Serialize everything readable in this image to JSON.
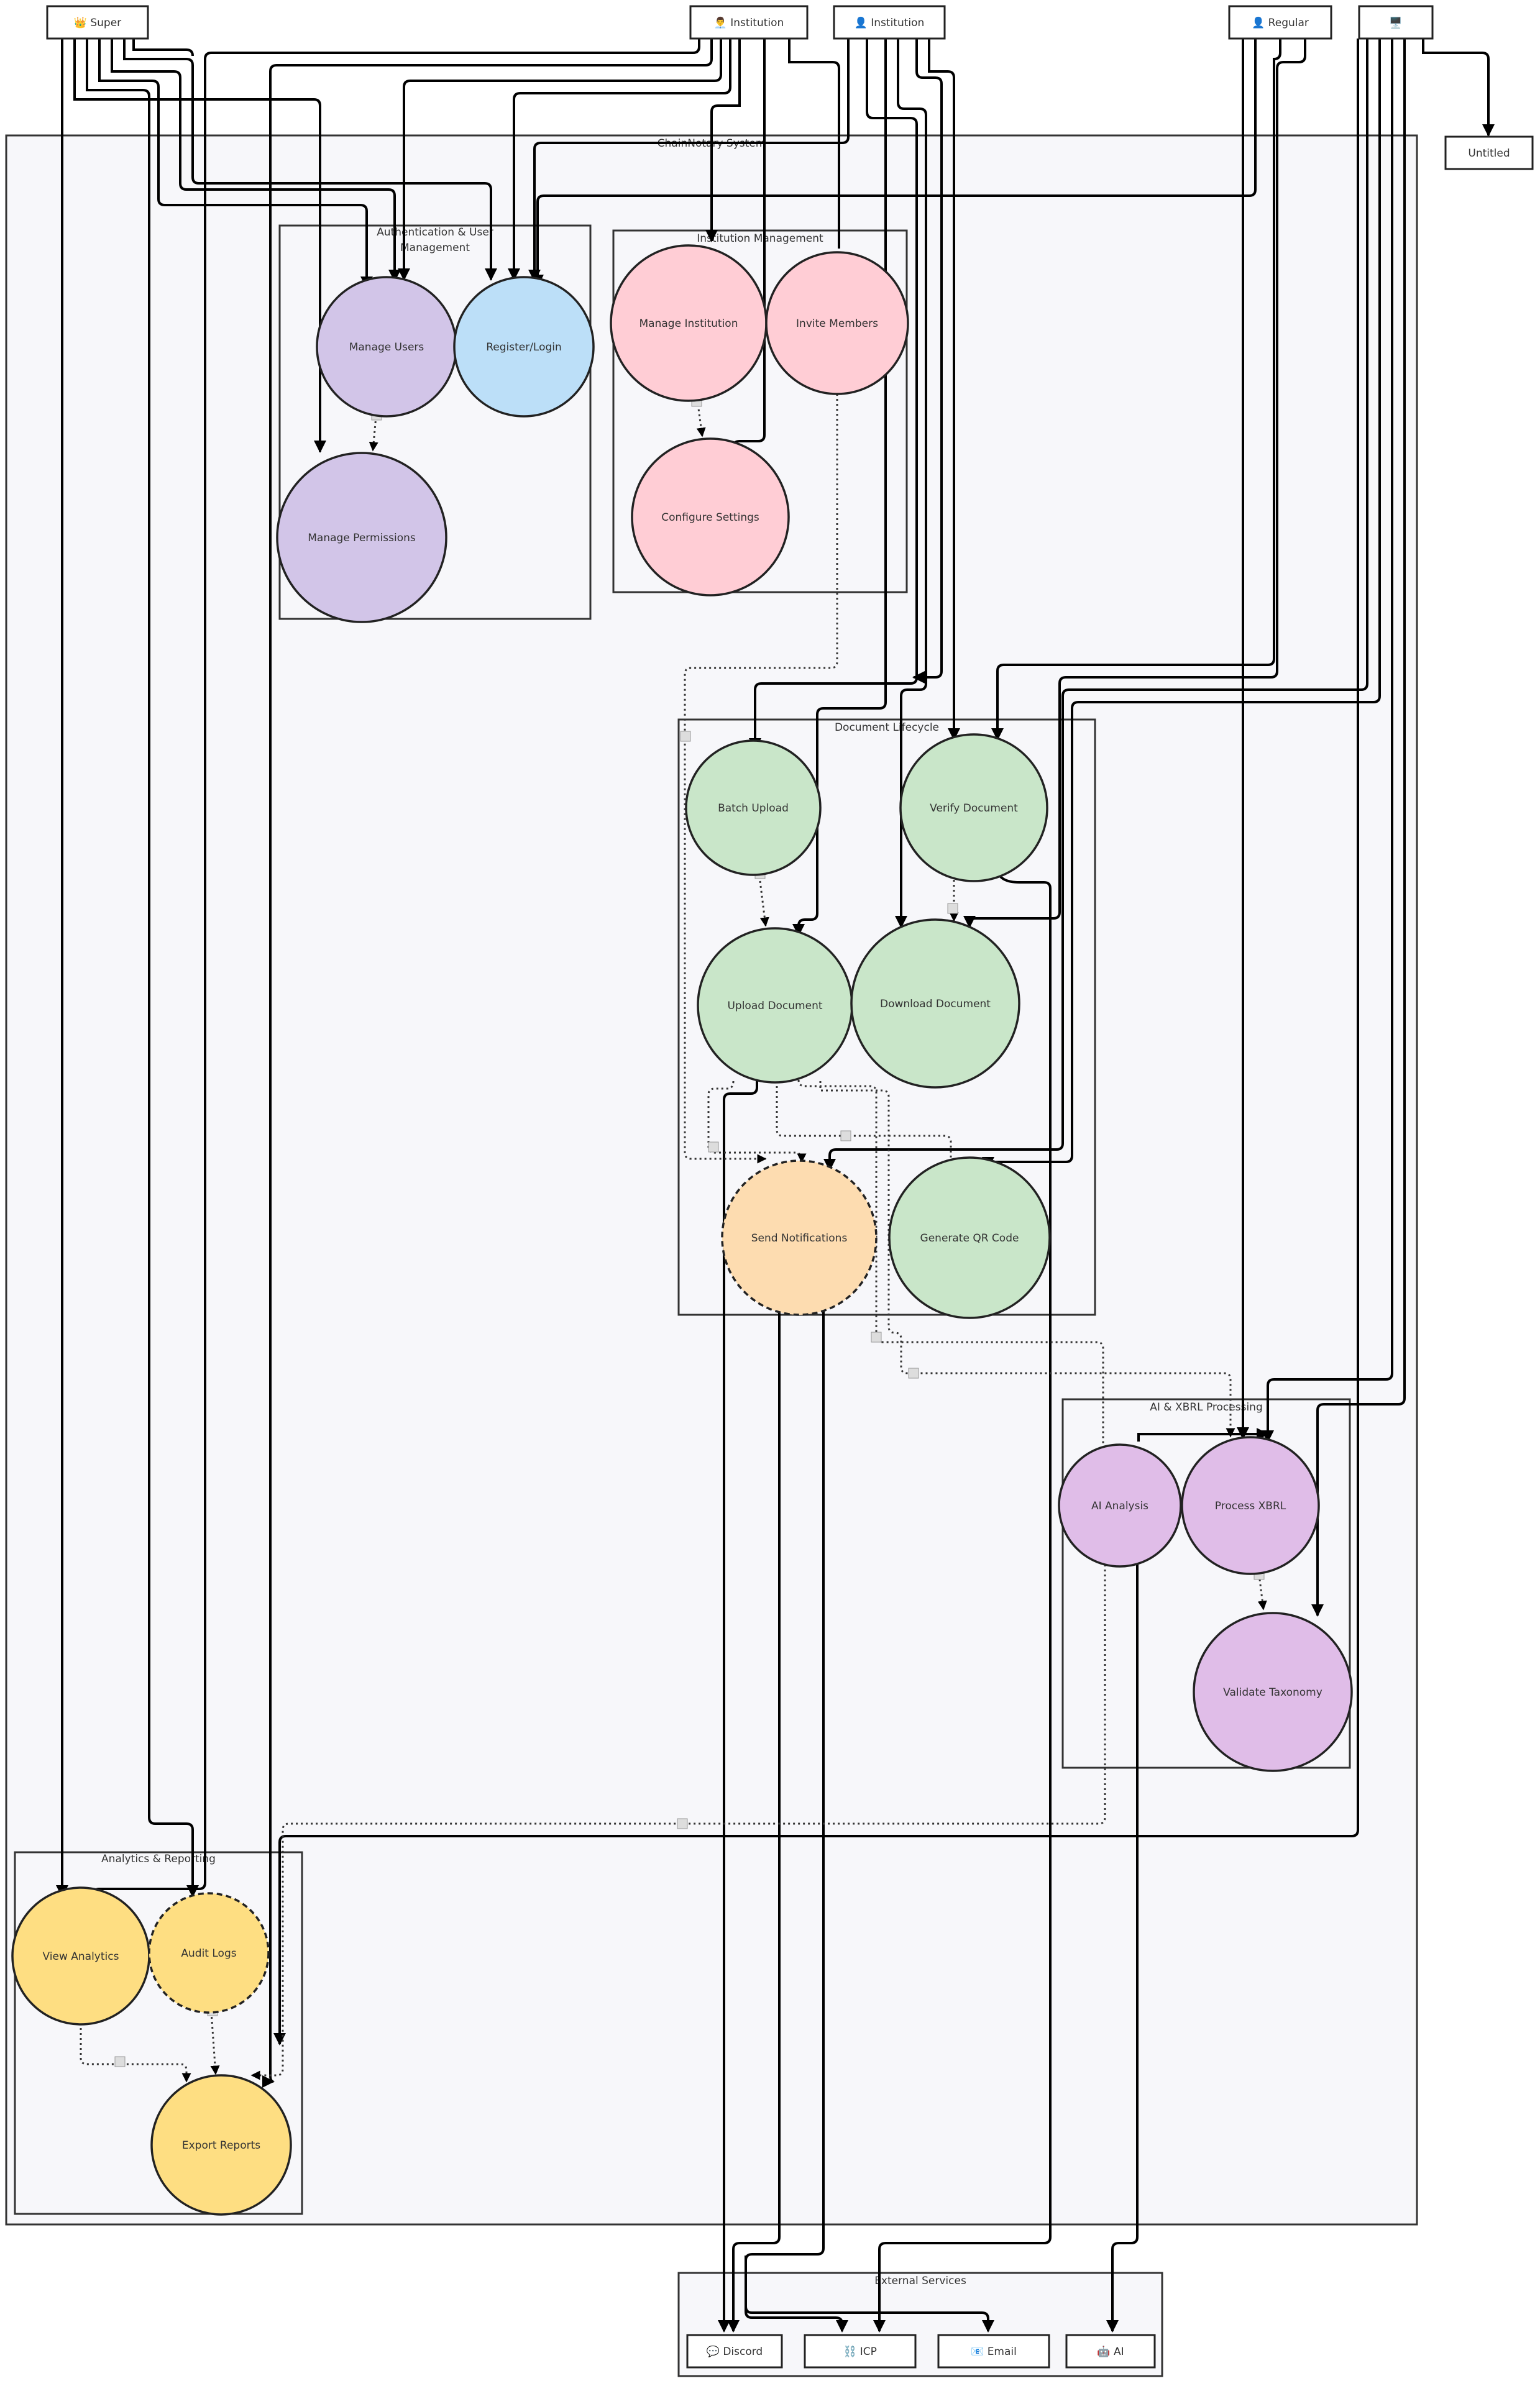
{
  "actors": {
    "super": "👑 Super",
    "institution_admin": "👨‍💼 Institution",
    "institution_member": "👤 Institution",
    "regular": "👤 Regular",
    "system": "🖥️",
    "untitled": "Untitled"
  },
  "system_title": "ChainNotary System",
  "groups": {
    "auth": [
      "Authentication & User",
      "Management"
    ],
    "institution": "Institution Management",
    "document": "Document Lifecycle",
    "ai": "AI & XBRL Processing",
    "analytics": "Analytics & Reporting",
    "external": "External Services"
  },
  "use_cases": {
    "manage_users": "Manage Users",
    "register_login": "Register/Login",
    "manage_permissions": "Manage Permissions",
    "manage_institution": "Manage Institution",
    "invite_members": "Invite Members",
    "configure_settings": "Configure Settings",
    "batch_upload": "Batch Upload",
    "verify_document": "Verify Document",
    "upload_document": "Upload Document",
    "download_document": "Download Document",
    "send_notifications": "Send Notifications",
    "generate_qr": "Generate QR Code",
    "ai_analysis": "AI Analysis",
    "process_xbrl": "Process XBRL",
    "validate_taxonomy": "Validate Taxonomy",
    "view_analytics": "View Analytics",
    "audit_logs": "Audit Logs",
    "export_reports": "Export Reports"
  },
  "external_services": {
    "discord": "💬 Discord",
    "icp": "⛓️ ICP",
    "email": "📧 Email",
    "ai": "🤖 AI"
  },
  "colors": {
    "purple_light": "#d2c5e8",
    "blue_light": "#bcdff8",
    "pink_light": "#ffcdd5",
    "green_light": "#c9e6c9",
    "orange_light": "#fddcb0",
    "violet_light": "#e0bde8",
    "yellow": "#fede82"
  }
}
